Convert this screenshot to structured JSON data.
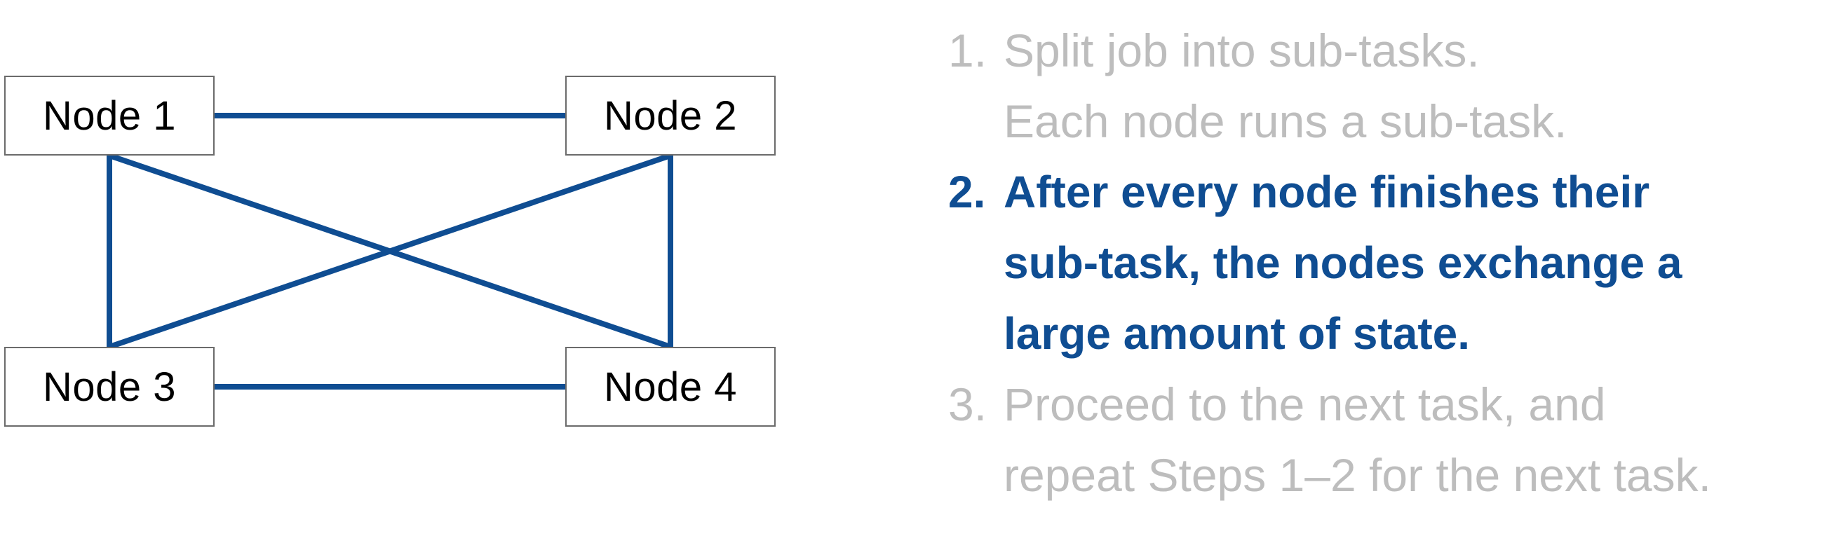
{
  "diagram": {
    "nodes": [
      "Node 1",
      "Node 2",
      "Node 3",
      "Node 4"
    ],
    "edge_color": "#0f4d92"
  },
  "steps": [
    {
      "number": "1.",
      "lines": [
        "Split job into sub-tasks.",
        "Each node runs a sub-task."
      ],
      "state": "inactive"
    },
    {
      "number": "2.",
      "lines": [
        "After every node finishes their",
        "sub-task, the nodes exchange a",
        "large amount of state."
      ],
      "state": "active"
    },
    {
      "number": "3.",
      "lines": [
        "Proceed to the next task, and",
        "repeat Steps 1–2 for the next task."
      ],
      "state": "inactive"
    }
  ],
  "colors": {
    "active_text": "#0f4d92",
    "inactive_text": "#bdbdbd",
    "node_border": "#6b6b6b"
  }
}
